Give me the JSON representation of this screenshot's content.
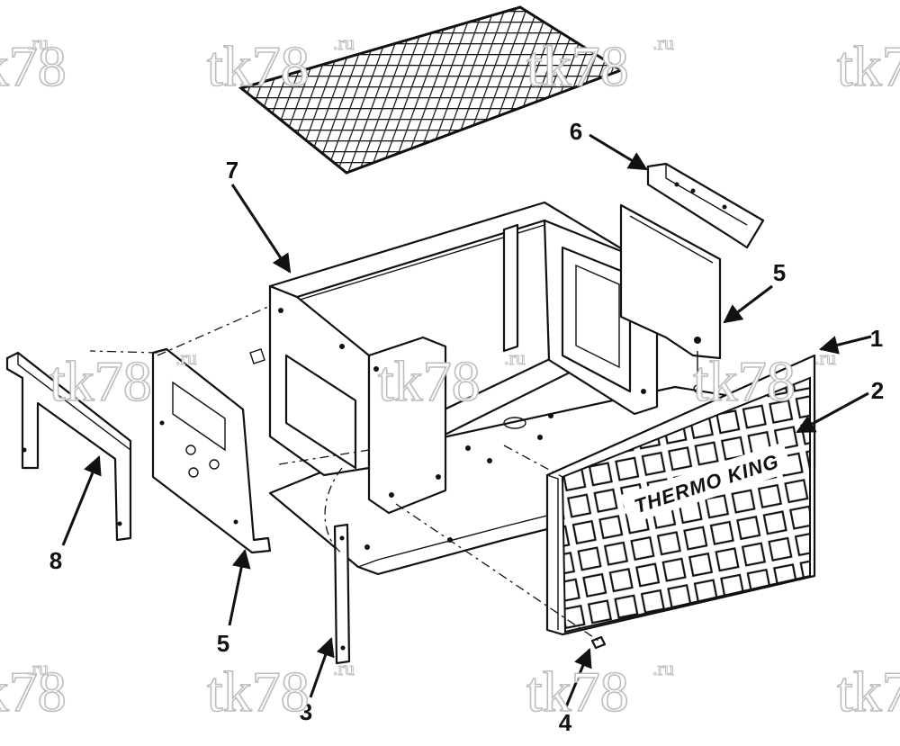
{
  "watermark": {
    "text": "tk78",
    "suffix": ".ru"
  },
  "brand_label": "THERMO KING",
  "callouts": {
    "c1": "1",
    "c2": "2",
    "c3": "3",
    "c4": "4",
    "c5_right": "5",
    "c5_left": "5",
    "c6": "6",
    "c7": "7",
    "c8": "8"
  }
}
